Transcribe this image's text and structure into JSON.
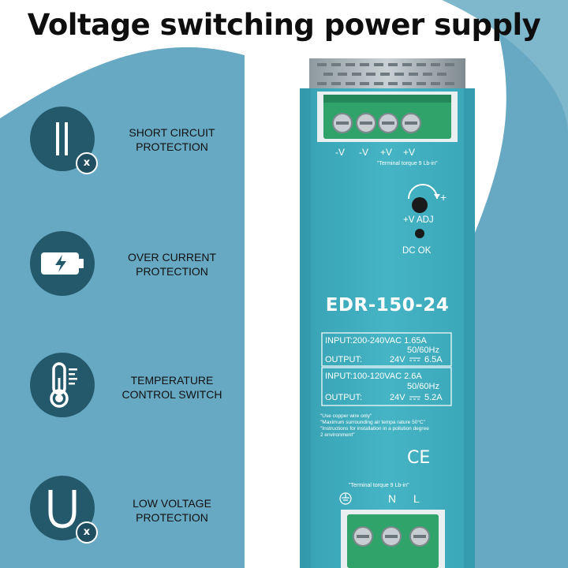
{
  "title": "Voltage switching power supply",
  "features": [
    {
      "icon": "short-circuit-icon",
      "line1": "SHORT CIRCUIT",
      "line2": "PROTECTION",
      "badge": "x"
    },
    {
      "icon": "battery-charge-icon",
      "line1": "OVER CURRENT",
      "line2": "PROTECTION",
      "badge": ""
    },
    {
      "icon": "thermometer-icon",
      "line1": "TEMPERATURE",
      "line2": "CONTROL SWITCH",
      "badge": ""
    },
    {
      "icon": "u-voltage-icon",
      "line1": "LOW VOLTAGE",
      "line2": "PROTECTION",
      "badge": "x"
    }
  ],
  "device": {
    "top_terminals": [
      "-V",
      "-V",
      "+V",
      "+V"
    ],
    "top_torque": "\"Terminal torque 9 Lb-in\"",
    "plus_sign": "+",
    "adj_label": "+V ADJ",
    "dc_ok_label": "DC OK",
    "model": "EDR-150-24",
    "spec1": {
      "input": "INPUT:200-240VAC 1.65A",
      "freq": "50/60Hz",
      "output_label": "OUTPUT:",
      "output_voltage": "24V",
      "output_current": "6.5A"
    },
    "spec2": {
      "input": "INPUT:100-120VAC  2.6A",
      "freq": "50/60Hz",
      "output_label": "OUTPUT:",
      "output_voltage": "24V",
      "output_current": "5.2A"
    },
    "notes": [
      "\"Use copper wire only\"",
      "\"Maximum surrounding air tempa rature 50°C\"",
      "\"Instructions for installation in a pollution degree",
      "2 environment\""
    ],
    "ce_mark": "CE",
    "bottom_torque": "\"Terminal torque 9 Lb-in\"",
    "bottom_labels": [
      "N",
      "L"
    ]
  },
  "colors": {
    "background_blue": "#67a8c3",
    "dark_circle": "#24586b",
    "device_face": "#3faebf"
  }
}
